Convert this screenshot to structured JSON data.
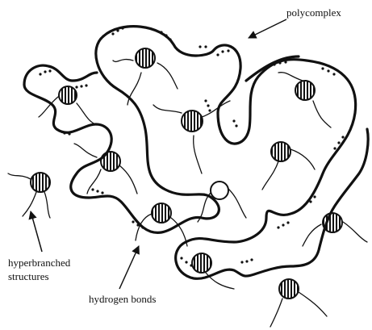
{
  "labels": {
    "polycomplex": "polycomplex",
    "hyperbranched_line1": "hyperbranched",
    "hyperbranched_line2": "structures",
    "hydrogen_bonds": "hydrogen bonds"
  },
  "colors": {
    "ink": "#111111",
    "background": "#ffffff",
    "ball_fill": "#ffffff"
  },
  "icons": [
    "striped-ball-icon",
    "open-ball-icon",
    "arrow-icon"
  ]
}
